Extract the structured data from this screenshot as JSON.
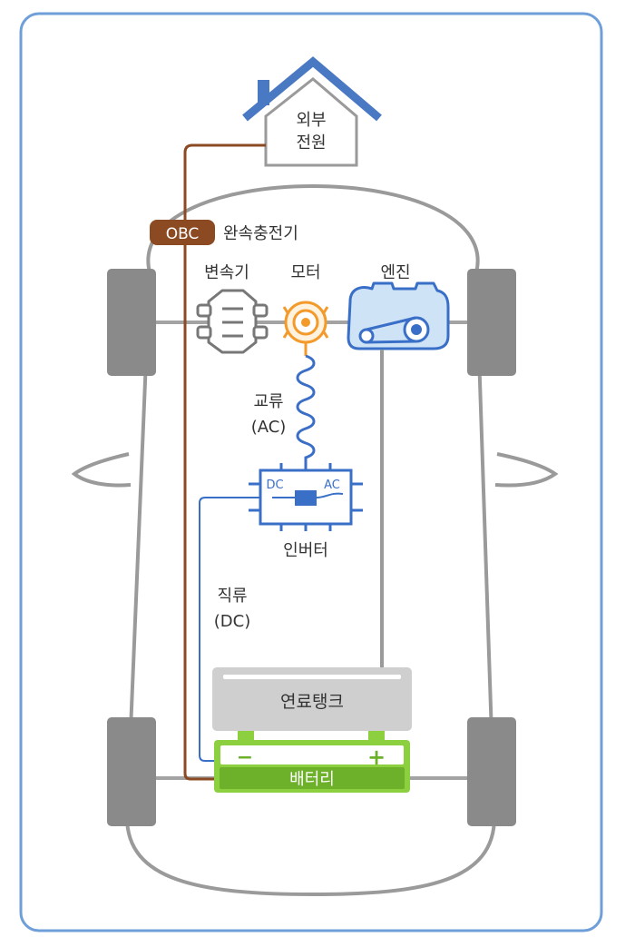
{
  "labels": {
    "external_power_line1": "외부",
    "external_power_line2": "전원",
    "obc_badge": "OBC",
    "slow_charger": "완속충전기",
    "transmission": "변속기",
    "motor": "모터",
    "engine": "엔진",
    "ac_line1": "교류",
    "ac_line2": "(AC)",
    "inverter_dc": "DC",
    "inverter_ac": "AC",
    "inverter": "인버터",
    "dc_line1": "직류",
    "dc_line2": "(DC)",
    "fuel_tank": "연료탱크",
    "battery": "배터리",
    "battery_minus": "−",
    "battery_plus": "+"
  },
  "colors": {
    "frame_border": "#6f9fd8",
    "car_body": "#9a9a9a",
    "axle": "#a3a3a3",
    "wheel": "#8a8a8a",
    "house": "#4a79c4",
    "obc_line": "#8b4a22",
    "orange": "#f39a2b",
    "blue": "#3a6fc8",
    "engine_fill": "#cfe3f7",
    "battery_green": "#8ccf3f",
    "battery_dark": "#6db12a",
    "tank_gray": "#cfcfcf",
    "text": "#333333"
  }
}
